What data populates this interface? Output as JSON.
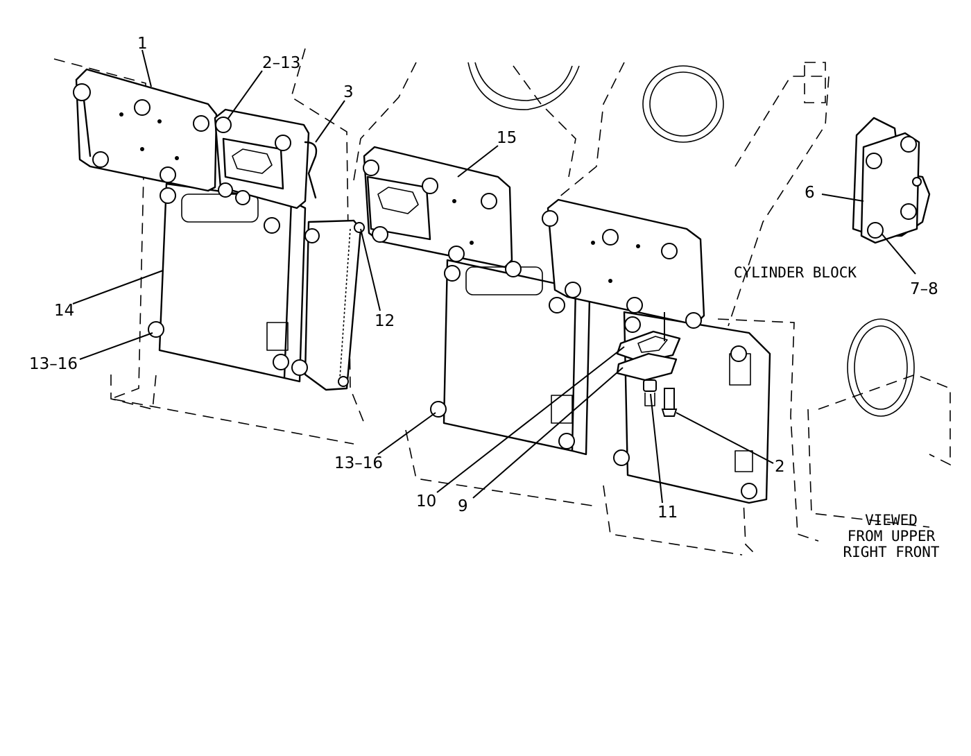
{
  "callouts": {
    "c1": "1",
    "c2_13": "2–13",
    "c3": "3",
    "c15": "15",
    "c6": "6",
    "c7_8": "7–8",
    "c14": "14",
    "c12": "12",
    "c13_16_left": "13–16",
    "c13_16_mid": "13–16",
    "c2": "2",
    "c10": "10",
    "c9": "9",
    "c11": "11"
  },
  "notes": {
    "cylinder_block": "CYLINDER BLOCK",
    "viewed_1": "VIEWED",
    "viewed_2": "FROM UPPER",
    "viewed_3": "RIGHT FRONT"
  }
}
